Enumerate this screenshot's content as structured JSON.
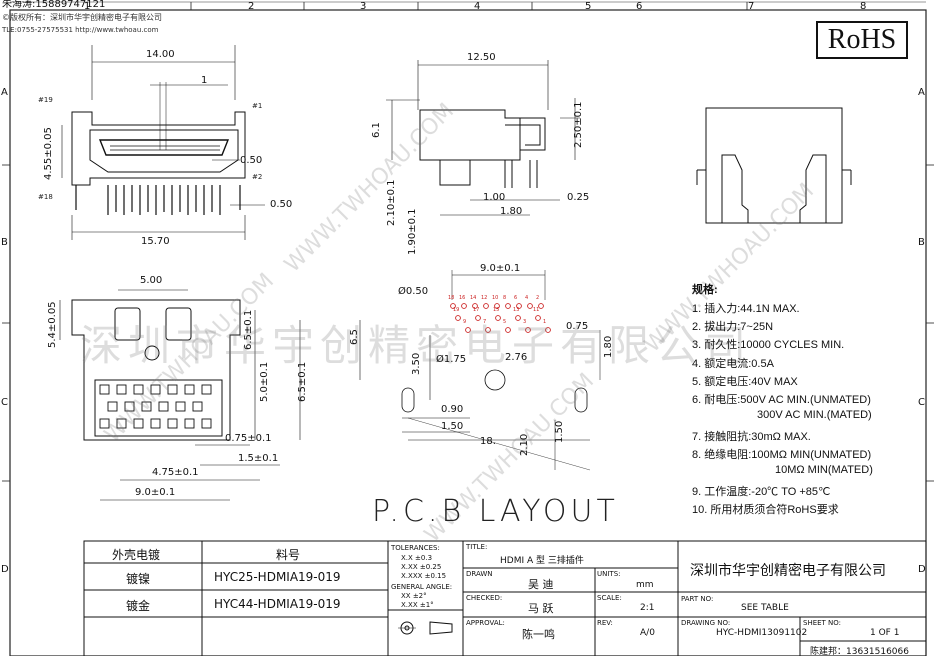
{
  "header": {
    "contact": "朱海涛:15889747121",
    "copyright": "©版权所有：深圳市华宇创精密电子有限公司",
    "tel": "TLE:0755-27575531 http://www.twhoau.com"
  },
  "grid": {
    "columns": [
      "1",
      "2",
      "3",
      "4",
      "5",
      "6",
      "7",
      "8"
    ],
    "rows": [
      "A",
      "B",
      "C",
      "D"
    ]
  },
  "rohs": "RoHS",
  "watermark": {
    "company": "深圳市华宇创精密电子有限公司",
    "site": "WWW.TWHOAU.COM"
  },
  "top_view": {
    "width": "14.00",
    "pitch": "1",
    "pin19": "#19",
    "pin1": "#1",
    "pin18": "#18",
    "pin2": "#2",
    "height": "4.55±0.05",
    "pin_pitch": "0.50",
    "lead_width": "0.50",
    "overall": "15.70"
  },
  "side_view": {
    "length": "12.50",
    "height": "6.1",
    "offset": "2.50±0.1",
    "a": "1.00",
    "b": "1.80",
    "c": "0.25",
    "d": "2.10±0.1",
    "e": "1.90±0.1"
  },
  "front_view": {
    "width": "5.00",
    "height": "5.4±0.05",
    "h2": "6.5±0.1",
    "h3": "5.0±0.1",
    "h4": "6.5±0.1",
    "p1": "0.75±0.1",
    "p2": "1.5±0.1",
    "p3": "4.75±0.1",
    "p4": "9.0±0.1"
  },
  "pcb_layout": {
    "title": "P.C.B LAYOUT",
    "width": "9.0±0.1",
    "hole": "Ø0.50",
    "h": "6.5",
    "v1": "3.50",
    "big_hole": "Ø1.75",
    "d1": "2.76",
    "d2": "0.75",
    "d3": "1.80",
    "slot_w": "0.90",
    "slot_l": "1.50",
    "bottom_w": "18.",
    "bottom_h1": "2.10",
    "bottom_h2": "1.50",
    "pin_labels": [
      "18",
      "16",
      "14",
      "12",
      "10",
      "8",
      "6",
      "4",
      "2",
      "19",
      "17",
      "15",
      "13",
      "11",
      "9",
      "7",
      "5",
      "3",
      "1"
    ]
  },
  "specs": {
    "heading": "规格:",
    "items": [
      "1. 插入力:44.1N MAX.",
      "2. 拔出力:7~25N",
      "3. 耐久性:10000 CYCLES MIN.",
      "4. 额定电流:0.5A",
      "5. 额定电压:40V MAX",
      "6. 耐电压:500V AC MIN.(UNMATED)",
      "300V AC MIN.(MATED)",
      "7. 接触阻抗:30mΩ  MAX.",
      "8. 绝缘电阻:100MΩ  MIN(UNMATED)",
      "10MΩ  MIN(MATED)",
      "9. 工作温度:-20℃ TO +85℃",
      "10. 所用材质须合符RoHS要求"
    ]
  },
  "title_block": {
    "plating_header": "外壳电镀",
    "part_header": "料号",
    "rows": [
      {
        "plating": "镀镍",
        "part": "HYC25-HDMIA19-019"
      },
      {
        "plating": "镀金",
        "part": "HYC44-HDMIA19-019"
      }
    ],
    "tolerances": {
      "label": "TOLERANCES:",
      "x1": "X.X  ±0.3",
      "x2": "X.XX  ±0.25",
      "x3": "X.XXX ±0.15",
      "angle_label": "GENERAL ANGLE:",
      "a1": "XX  ±2°",
      "a2": "X.XX  ±1°"
    },
    "title_label": "TITLE:",
    "title": "HDMI A 型 三排插件",
    "drawn_label": "DRAWN",
    "drawn": "吴 迪",
    "units_label": "UNITS:",
    "units": "mm",
    "checked_label": "CHECKED:",
    "checked": "马 跃",
    "scale_label": "SCALE:",
    "scale": "2:1",
    "approval_label": "APPROVAL:",
    "approval": "陈一鸣",
    "rev_label": "REV:",
    "rev": "A/0",
    "company": "深圳市华宇创精密电子有限公司",
    "part_no_label": "PART NO:",
    "part_no": "SEE TABLE",
    "drawing_no_label": "DRAWING NO:",
    "drawing_no": "HYC-HDMI13091102",
    "sheet_label": "SHEET NO:",
    "sheet": "1 OF 1",
    "footer": "陈建邦：13631516066"
  }
}
